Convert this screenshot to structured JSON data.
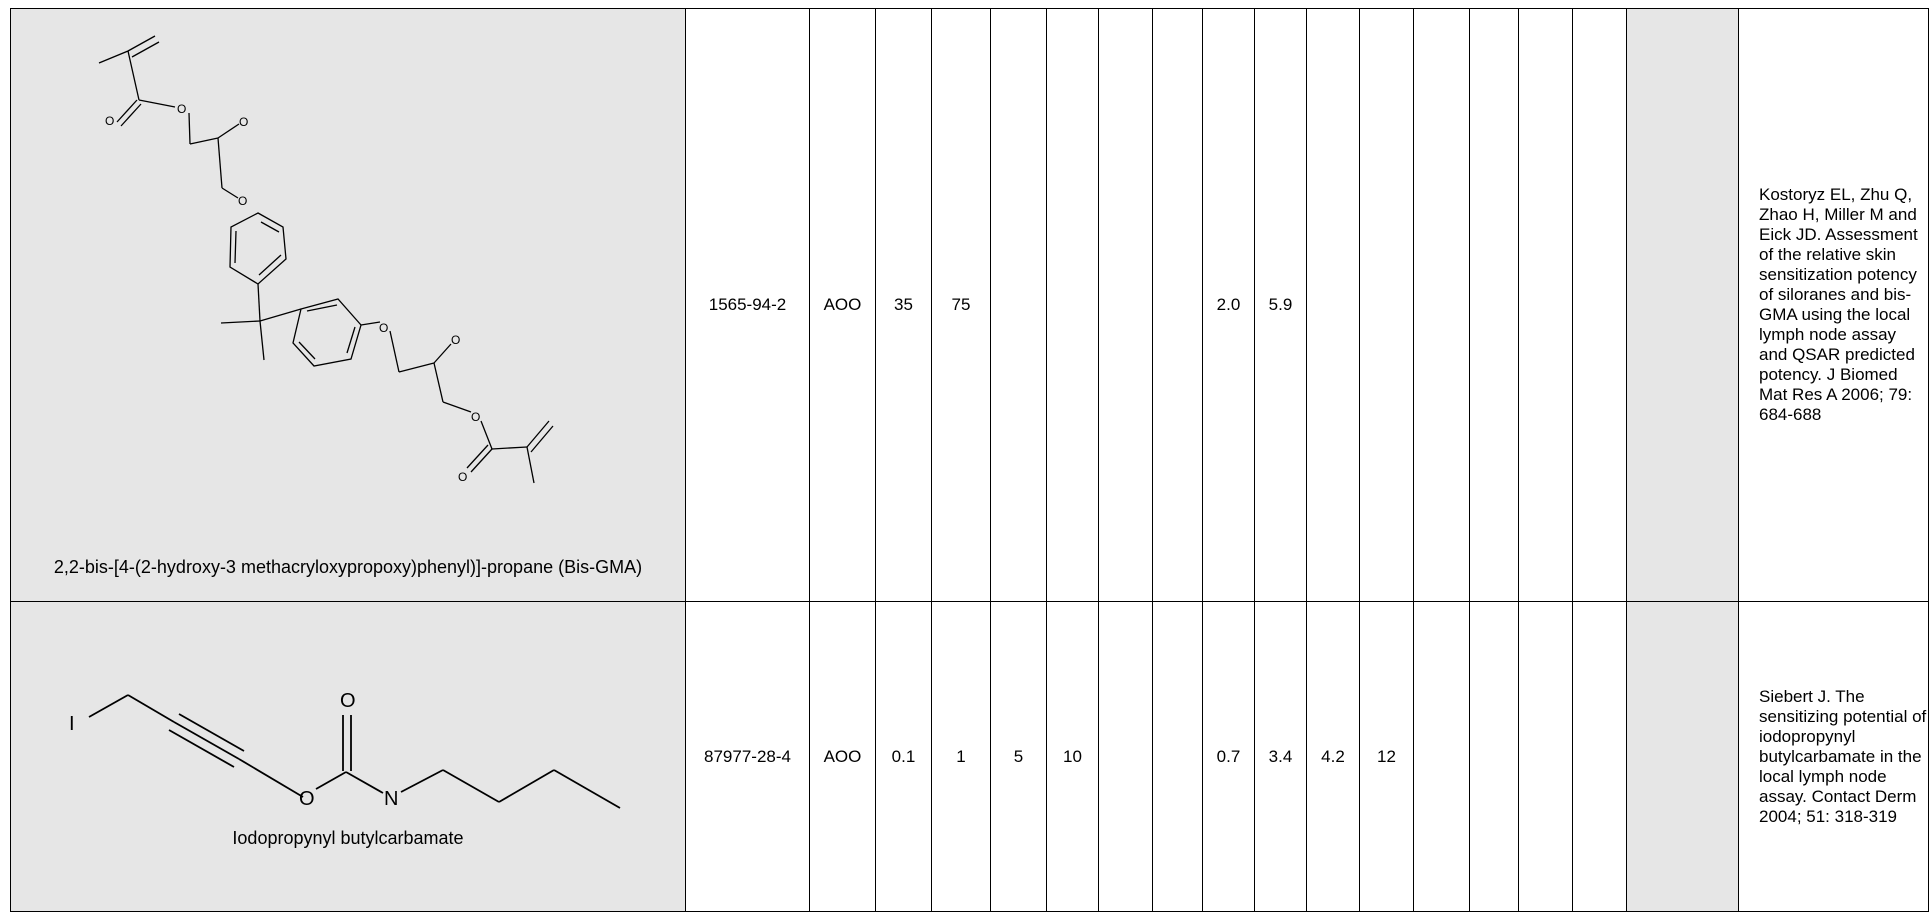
{
  "rows": [
    {
      "compound_name": "2,2-bis-[4-(2-hydroxy-3 methacryloxypropoxy)phenyl)]-propane (Bis-GMA)",
      "structure_icon": "bis-gma-structure",
      "atom_labels": [
        "O",
        "O",
        "O",
        "O",
        "O",
        "O",
        "O",
        "O"
      ],
      "cells": [
        "1565-94-2",
        "AOO",
        "35",
        "75",
        "",
        "",
        "",
        "",
        "2.0",
        "5.9",
        "",
        "",
        "",
        "",
        "",
        ""
      ],
      "reference": "Kostoryz EL, Zhu Q, Zhao H, Miller M and Eick JD. Assessment of the relative skin sensitization potency of siloranes and bis-GMA using the local lymph node assay and QSAR predicted potency. J Biomed Mat Res A 2006; 79: 684-688"
    },
    {
      "compound_name": "Iodopropynyl butylcarbamate",
      "structure_icon": "iodopropynyl-butylcarbamate-structure",
      "atom_labels": [
        "I",
        "O",
        "O",
        "N"
      ],
      "cells": [
        "87977-28-4",
        "AOO",
        "0.1",
        "1",
        "5",
        "10",
        "",
        "",
        "0.7",
        "3.4",
        "4.2",
        "12",
        "",
        "",
        "",
        ""
      ],
      "reference": "Siebert J. The sensitizing potential of iodopropynyl butylcarbamate in the local lymph node assay. Contact Derm 2004; 51: 318-319"
    }
  ]
}
